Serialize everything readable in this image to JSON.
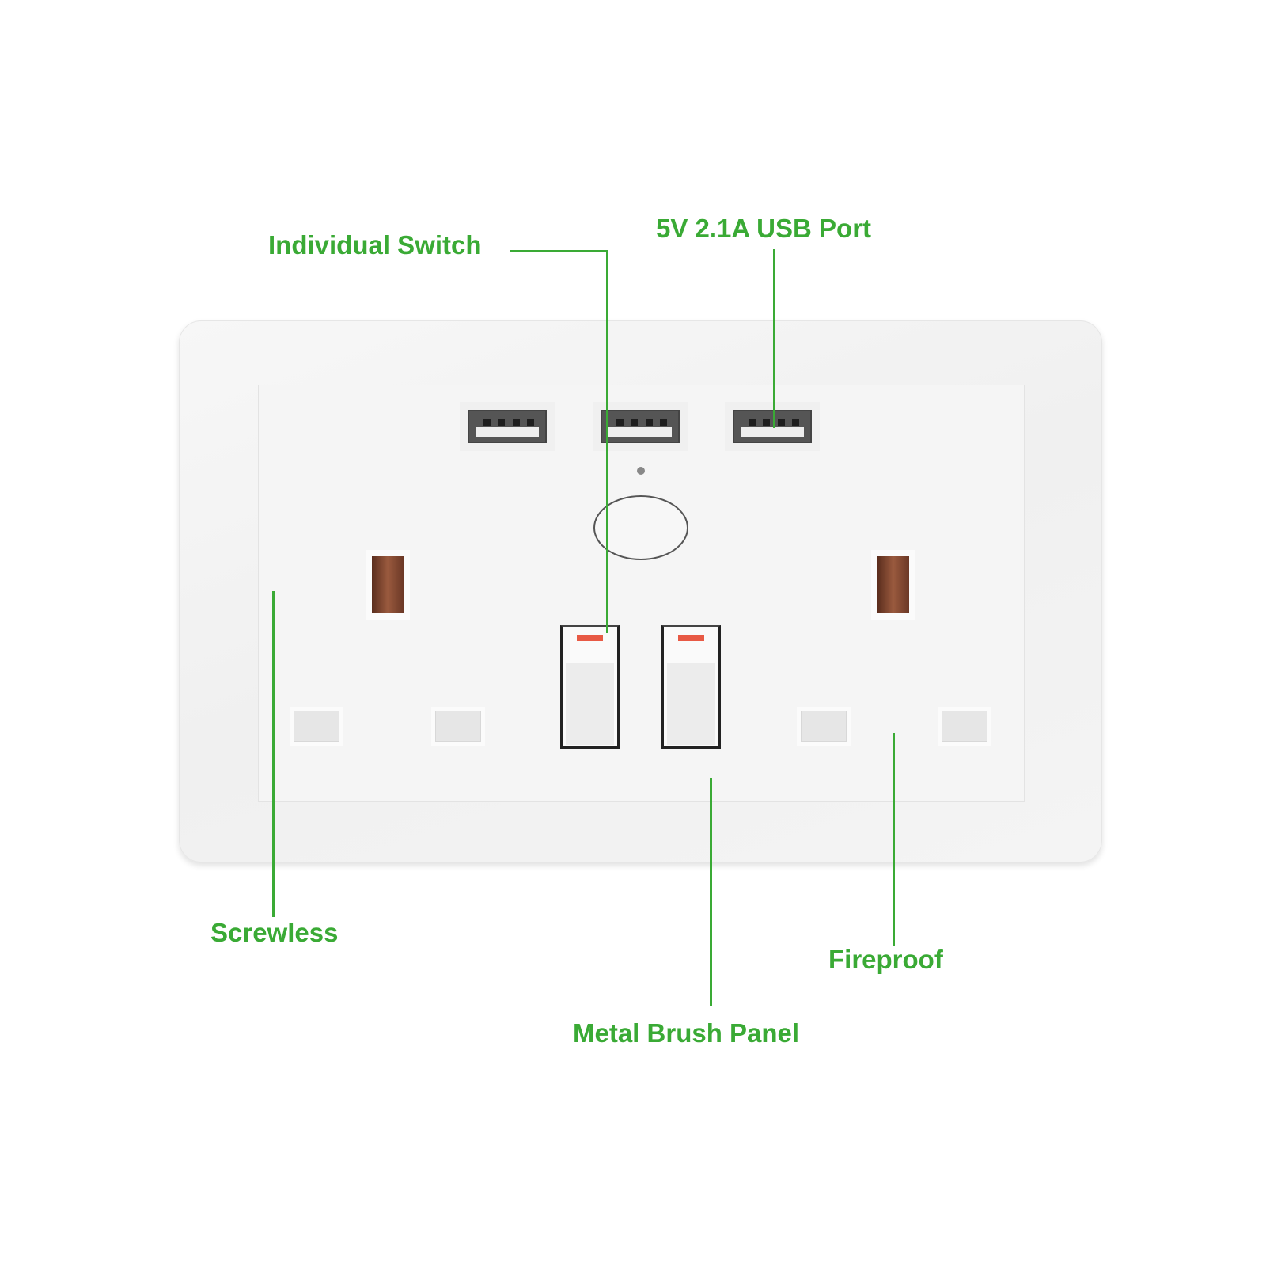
{
  "labels": {
    "individual_switch": "Individual Switch",
    "usb_port": "5V 2.1A USB Port",
    "screwless": "Screwless",
    "metal_brush_panel": "Metal Brush Panel",
    "fireproof": "Fireproof"
  },
  "colors": {
    "label_green": "#3aaa35",
    "switch_indicator": "#e85a45"
  }
}
